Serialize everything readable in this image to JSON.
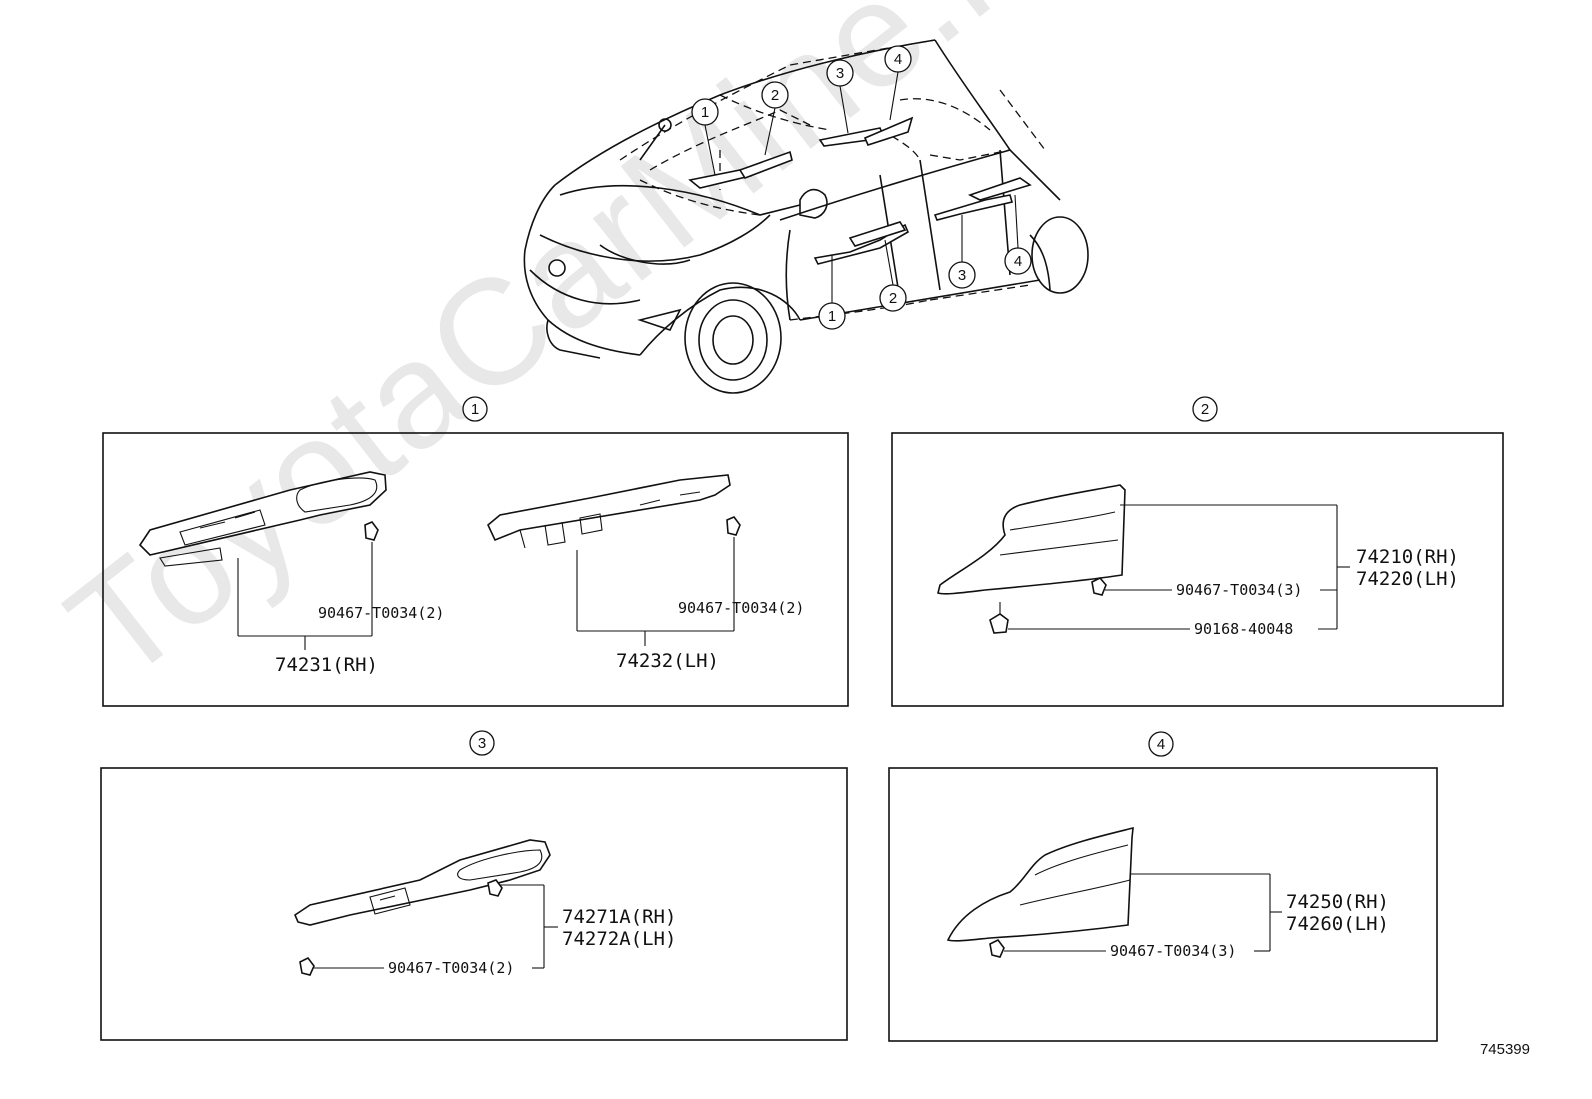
{
  "watermark": "ToyotaCarMine.ru",
  "figure_id": "745399",
  "overview_callouts": [
    "1",
    "2",
    "3",
    "4"
  ],
  "panels": [
    {
      "number": "1",
      "parts": [
        {
          "id": "74231(RH)",
          "clip": "90467-T0034(2)"
        },
        {
          "id": "74232(LH)",
          "clip": "90467-T0034(2)"
        }
      ]
    },
    {
      "number": "2",
      "parts": [
        {
          "id_rh": "74210(RH)",
          "id_lh": "74220(LH)",
          "clip": "90467-T0034(3)",
          "bolt": "90168-40048"
        }
      ]
    },
    {
      "number": "3",
      "parts": [
        {
          "id_rh": "74271A(RH)",
          "id_lh": "74272A(LH)",
          "clip": "90467-T0034(2)"
        }
      ]
    },
    {
      "number": "4",
      "parts": [
        {
          "id_rh": "74250(RH)",
          "id_lh": "74260(LH)",
          "clip": "90467-T0034(3)"
        }
      ]
    }
  ]
}
